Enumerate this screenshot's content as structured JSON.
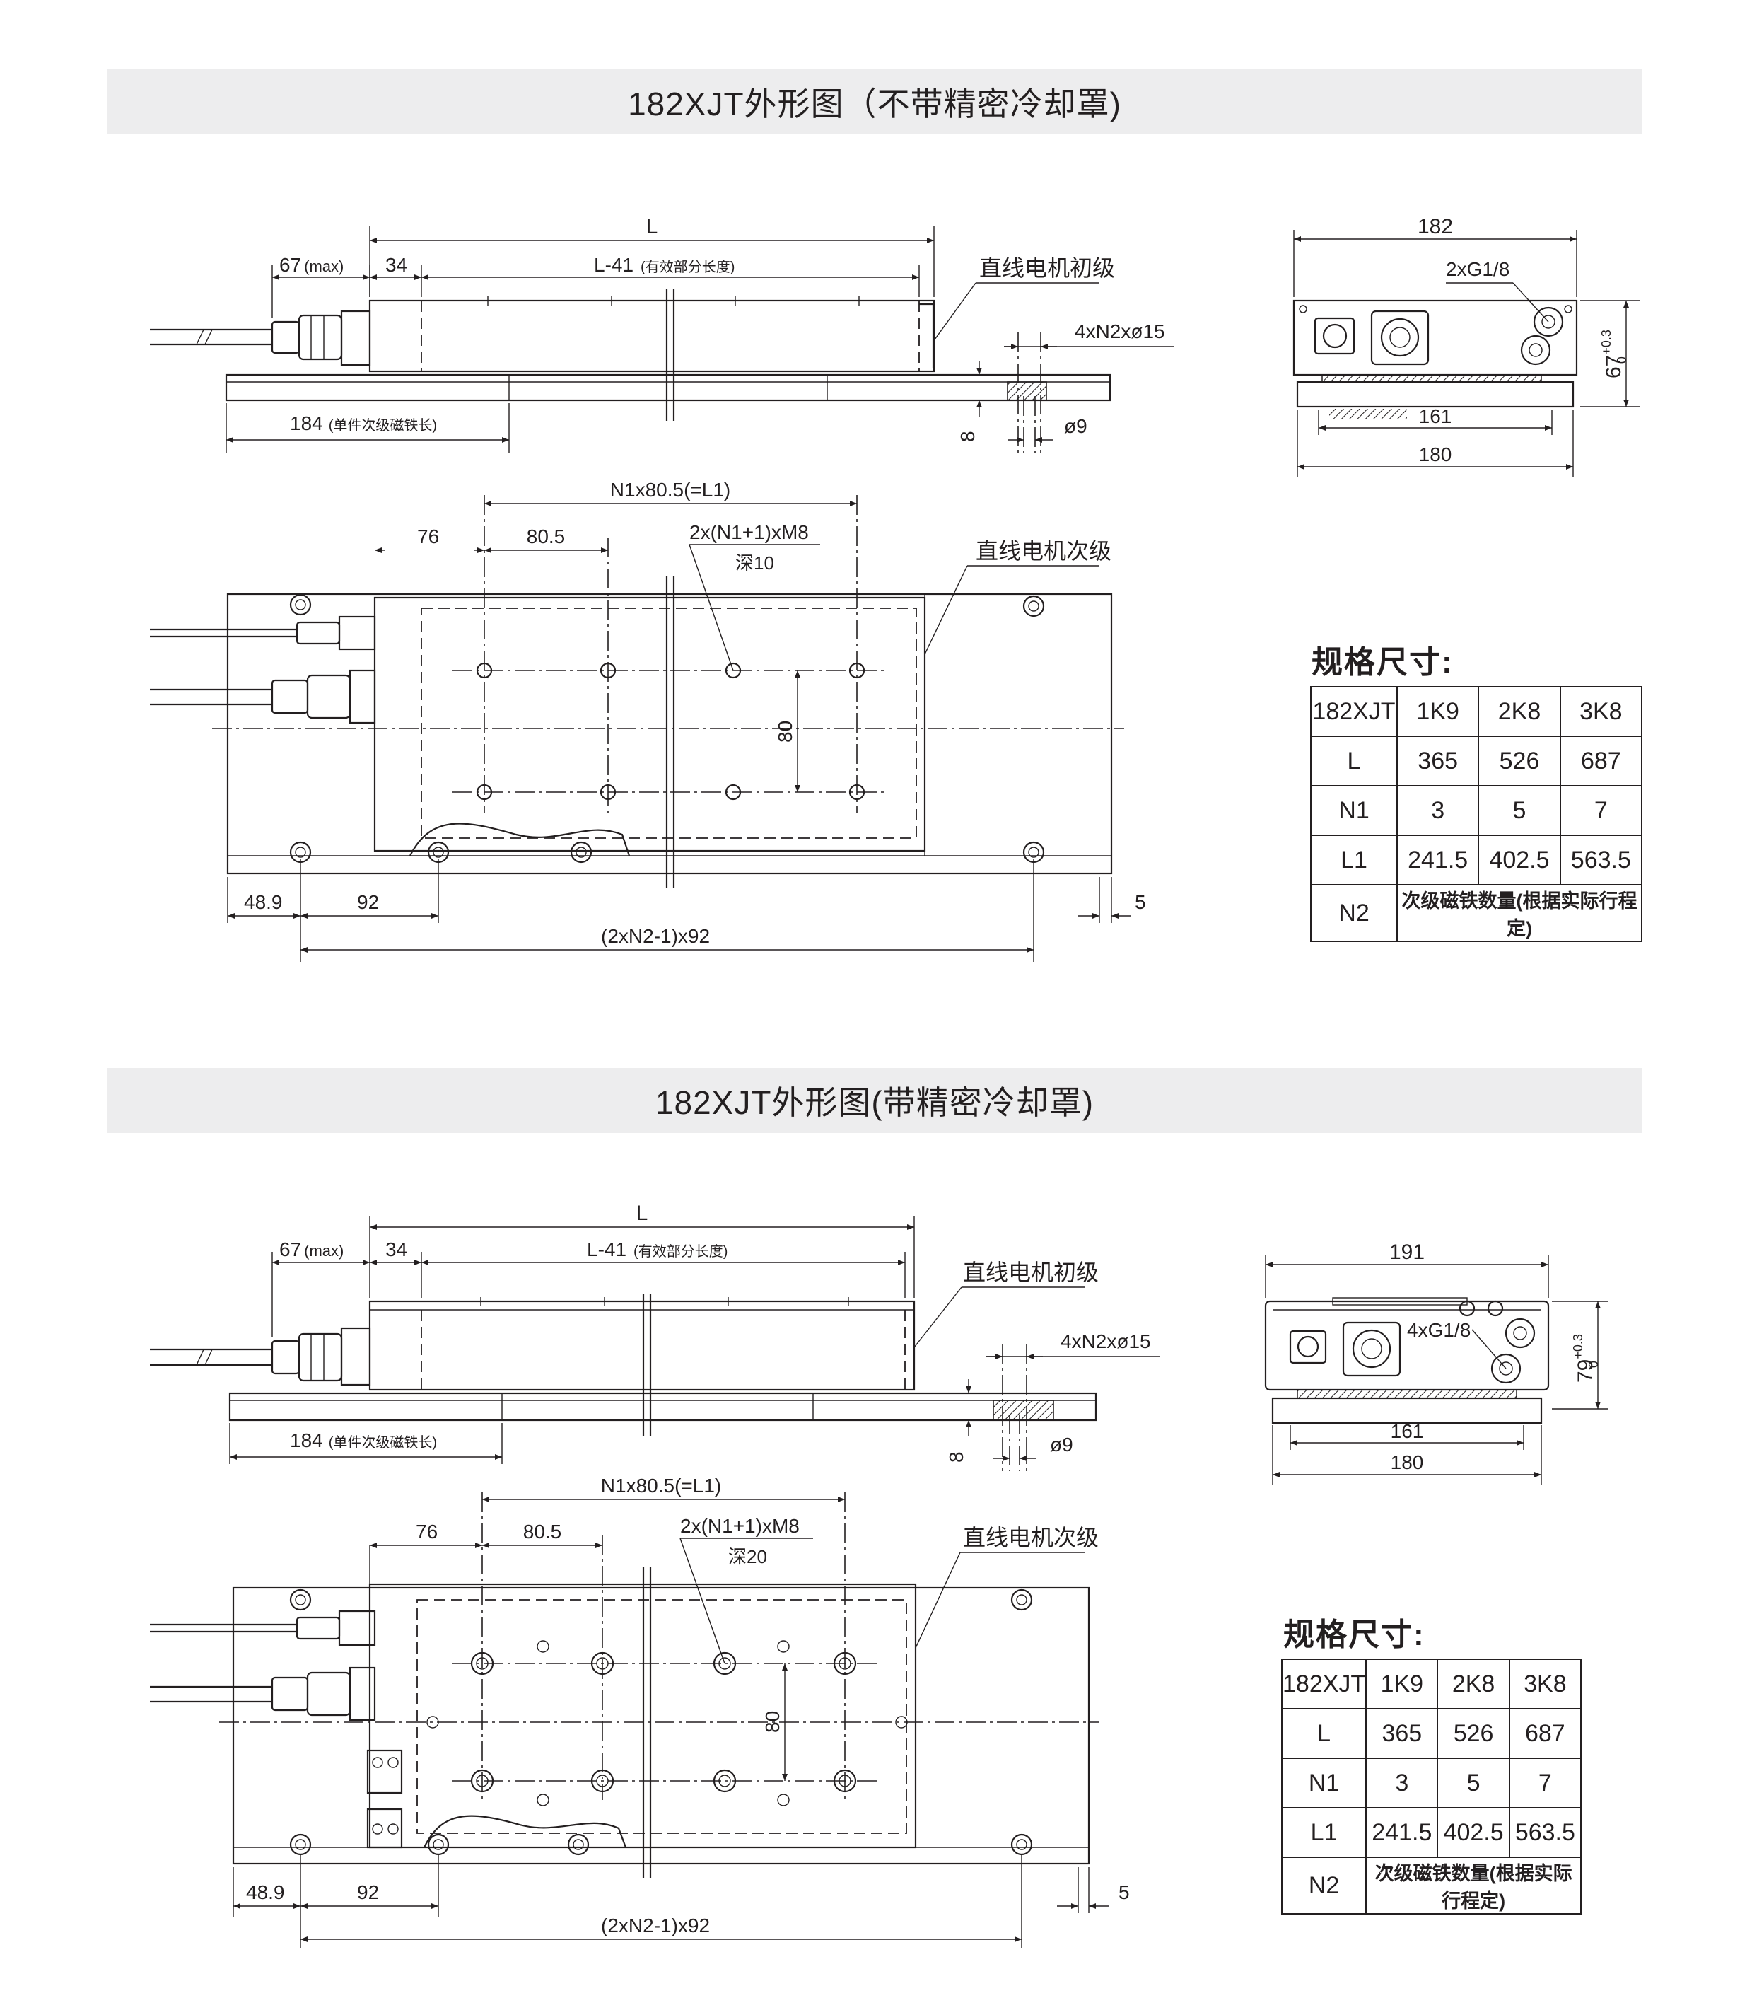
{
  "titles": {
    "top": "182XJT外形图（不带精密冷却罩)",
    "bottom": "182XJT外形图(带精密冷却罩)"
  },
  "primary_view": {
    "L": "L",
    "L41": "L-41",
    "L41_note": "(有效部分长度)",
    "max67": "67",
    "max_note": "(max)",
    "d34": "34",
    "label_primary": "直线电机初级",
    "holes": "4xN2xø15",
    "d8": "8",
    "phi9": "ø9",
    "d184": "184",
    "d184_note": "(单件次级磁铁长)"
  },
  "secondary_view": {
    "n1": "N1x80.5(=L1)",
    "d76": "76",
    "d805": "80.5",
    "holes_top": "2x(N1+1)xM8",
    "depth_top": "深10",
    "holes_bottom": "2x(N1+1)xM8",
    "depth_bottom": "深20",
    "label_secondary": "直线电机次级",
    "d80": "80",
    "d489": "48.9",
    "d92": "92",
    "n2": "(2xN2-1)x92",
    "d5": "5"
  },
  "end_view_top": {
    "w182": "182",
    "g18": "2xG1/8",
    "h67": "67",
    "tol": "+0.3",
    "tol0": "0",
    "w161": "161",
    "w180": "180"
  },
  "end_view_bottom": {
    "w191": "191",
    "g18": "4xG1/8",
    "h79": "79",
    "tol": "+0.3",
    "tol0": "0",
    "w161": "161",
    "w180": "180"
  },
  "spec": {
    "title": "规格尺寸:",
    "header": [
      "182XJT",
      "1K9",
      "2K8",
      "3K8"
    ],
    "rows": [
      {
        "label": "L",
        "values": [
          "365",
          "526",
          "687"
        ]
      },
      {
        "label": "N1",
        "values": [
          "3",
          "5",
          "7"
        ]
      },
      {
        "label": "L1",
        "values": [
          "241.5",
          "402.5",
          "563.5"
        ]
      }
    ],
    "n2_label": "N2",
    "n2_note": "次级磁铁数量(根据实际行程定)"
  }
}
